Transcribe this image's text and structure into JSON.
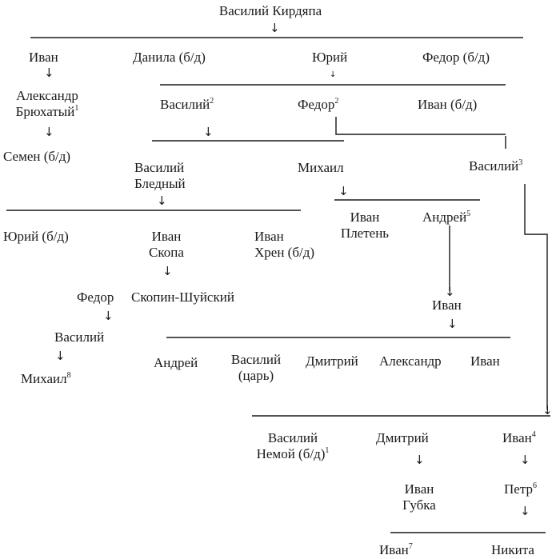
{
  "people": {
    "vasily_kirdyapa": "Василий Кирдяпа",
    "ivan_1": "Иван",
    "danila": "Данила (б/д)",
    "yury_1": "Юрий",
    "fedor_1": "Федор (б/д)",
    "alexander_l1": "Александр",
    "alexander_l2": "Брюхатый",
    "alexander_sup": "1",
    "semen": "Семен (б/д)",
    "vasily_2": "Василий",
    "vasily_2_sup": "2",
    "fedor_2": "Федор",
    "fedor_2_sup": "2",
    "ivan_2": "Иван (б/д)",
    "vasily_bledny_l1": "Василий",
    "vasily_bledny_l2": "Бледный",
    "mikhail_1": "Михаил",
    "vasily_3": "Василий",
    "vasily_3_sup": "3",
    "yury_2": "Юрий (б/д)",
    "ivan_skopa_l1": "Иван",
    "ivan_skopa_l2": "Скопа",
    "ivan_khren_l1": "Иван",
    "ivan_khren_l2": "Хрен (б/д)",
    "ivan_pleten_l1": "Иван",
    "ivan_pleten_l2": "Плетень",
    "andrey_1": "Андрей",
    "andrey_1_sup": "5",
    "fedor_3": "Федор",
    "skopin_shuisky": "Скопин-Шуйский",
    "ivan_3": "Иван",
    "vasily_4": "Василий",
    "mikhail_2": "Михаил",
    "mikhail_2_sup": "8",
    "andrey_2": "Андрей",
    "vasily_tsar_l1": "Василий",
    "vasily_tsar_l2": "(царь)",
    "dmitry_1": "Дмитрий",
    "alexander_2": "Александр",
    "ivan_4": "Иван",
    "vasily_nemoy_l1": "Василий",
    "vasily_nemoy_l2": "Немой (б/д)",
    "vasily_nemoy_sup": "1",
    "dmitry_2": "Дмитрий",
    "ivan_5": "Иван",
    "ivan_5_sup": "4",
    "ivan_gubka_l1": "Иван",
    "ivan_gubka_l2": "Губка",
    "petr": "Петр",
    "petr_sup": "6",
    "ivan_6": "Иван",
    "ivan_6_sup": "7",
    "nikita": "Никита"
  },
  "arrow_glyph": "↓"
}
